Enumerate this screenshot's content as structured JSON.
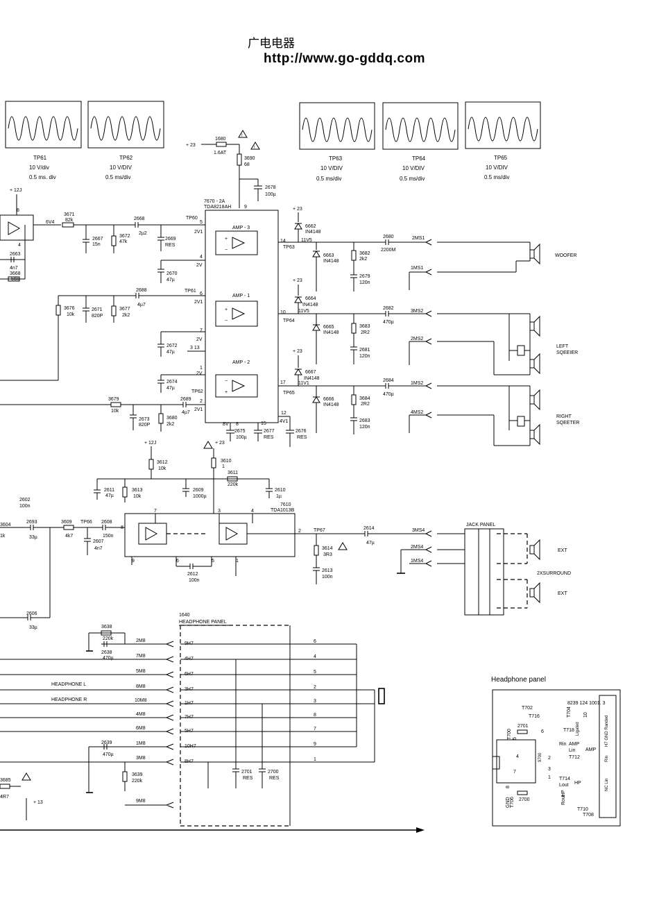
{
  "header": {
    "line1": "广电电器",
    "line2": "http://www.go-gddq.com"
  },
  "scopes": [
    {
      "tp": "TP61",
      "scale": "10 V/div",
      "time": "0.5 ms. div"
    },
    {
      "tp": "TP62",
      "scale": "10 V/DIV",
      "time": "0.5 ms/div"
    },
    {
      "tp": "TP63",
      "scale": "10 V/DIV",
      "time": "0.5 ms/div"
    },
    {
      "tp": "TP64",
      "scale": "10 V/DIV",
      "time": "0.5 ms/div"
    },
    {
      "tp": "TP65",
      "scale": "10 V/DIV",
      "time": "0.5 ms/div"
    }
  ],
  "ics": {
    "main_amp_ref": "7670 - 2A",
    "main_amp_part": "TDA8218AH",
    "surround_ref": "7610",
    "surround_part": "TDA1013B",
    "amp3": "AMP - 3",
    "amp1": "AMP - 1",
    "amp2": "AMP - 2"
  },
  "power": {
    "p23a": "+ 23",
    "fuse": "1680",
    "fuse_val": "1.6AT",
    "r3690": "3690",
    "r3690v": "68",
    "c2678": "2678",
    "c2678v": "100µ",
    "p12": "+ 12J",
    "p23b": "+ 23",
    "p23c": "+ 23",
    "p23d": "+ 23",
    "p12b": "+ 12J",
    "p23e": "+ 23",
    "p13": "+ 13"
  },
  "components": {
    "r3671": "3671",
    "r3671v": "82k",
    "n6v4": "6V4",
    "c2668": "2668",
    "c2668v": "2µ2",
    "c2667": "2667",
    "c2667v": "15n",
    "r3672": "3672",
    "r3672v": "47k",
    "c2669": "2669",
    "c2669v": "RES",
    "c2670": "2670",
    "c2670v": "47µ",
    "c2688": "2688",
    "c2688v": "4µ7",
    "r3676": "3676",
    "r3676v": "10k",
    "c2671": "2671",
    "c2671v": "820P",
    "r3677": "3677",
    "r3677v": "2k2",
    "c2672": "2672",
    "c2672v": "47µ",
    "c2674": "2674",
    "c2674v": "47µ",
    "r3679": "3679",
    "r3679v": "10k",
    "c2689": "2689",
    "c2689v": "4µ7",
    "c2673": "2673",
    "c2673v": "820P",
    "r3680": "3680",
    "r3680v": "2k2",
    "c2675": "2675",
    "c2675v": "100µ",
    "c2677": "2677",
    "c2677v": "RES",
    "c2676": "2676",
    "c2676v": "RES",
    "d6662": "6662",
    "d6662v": "IN4148",
    "d6663": "6663",
    "d6663v": "IN4148",
    "d6664": "6664",
    "d6664v": "IN4148",
    "d6665": "6665",
    "d6665v": "IN4148",
    "d6667": "6667",
    "d6667v": "IN4148",
    "d6666": "6666",
    "d6666v": "IN4148",
    "r3682": "3682",
    "r3682v": "2k2",
    "c2679": "2679",
    "c2679v": "120n",
    "r3683": "3683",
    "r3683v": "2R2",
    "c2681": "2681",
    "c2681v": "120n",
    "r3684": "3684",
    "r3684v": "2R2",
    "c2683": "2683",
    "c2683v": "120n",
    "c2680": "2680",
    "c2680v": "2200M",
    "c2682": "2682",
    "c2682v": "470µ",
    "c2684": "2684",
    "c2684v": "470µ",
    "v11v5a": "11V5",
    "v11v5b": "11V5",
    "v11v1": "11V1",
    "r3612": "3612",
    "r3612v": "10k",
    "r3610": "3610",
    "r3610v": "1",
    "r3611": "3611",
    "r3611v": "220k",
    "c2611": "2611",
    "c2611v": "47µ",
    "r3613": "3613",
    "r3613v": "10k",
    "c2609": "2609",
    "c2609v": "1000µ",
    "c2610": "2610",
    "c2610v": "1µ",
    "c2602": "2602",
    "c2602v": "100n",
    "r3604": "3604",
    "r3604v": "1k",
    "c2693": "2693",
    "c2693v": "33µ",
    "r3609": "3609",
    "r3609v": "4k7",
    "tp66": "TP66",
    "c2608": "2608",
    "c2608v": "150n",
    "c2607": "2607",
    "c2607v": "4n7",
    "c2612": "2612",
    "c2612v": "100n",
    "tp67": "TP67",
    "r3614": "3614",
    "r3614v": "3R3",
    "c2613": "2613",
    "c2613v": "100n",
    "c2614": "2614",
    "c2614v": "47µ",
    "c2606": "2606",
    "c2606v": "33µ",
    "r3638": "3638",
    "r3638v": "220k",
    "c2638": "2638",
    "c2638v": "470µ",
    "c2639": "2639",
    "c2639v": "470µ",
    "r3639": "3639",
    "r3639v": "220k",
    "c2701": "2701",
    "c2701v": "RES",
    "c2700": "2700",
    "c2700v": "RES",
    "r3685": "3685",
    "r3685v": "4R7",
    "c2663": "2663",
    "c2663v": "4n7",
    "r3668": "3668",
    "r3668v": "56k"
  },
  "nets": {
    "tp60": "TP60",
    "tp61": "TP61",
    "tp62": "TP62",
    "tp63": "TP63",
    "tp64": "TP64",
    "tp65": "TP65",
    "ms1a": "2MS1",
    "ms1b": "1MS1",
    "ms2a": "3MS2",
    "ms2b": "2MS2",
    "ms2c": "1MS2",
    "ms2d": "4MS2",
    "ms4a": "3MS4",
    "ms4b": "2MS4",
    "ms4c": "1MS4",
    "v2v1": "2V1",
    "v2v": "2V",
    "v8v": "8V"
  },
  "speakers": {
    "woofer": "WOOFER",
    "left1": "LEFT",
    "left2": "SQEEIER",
    "right1": "RIGHT",
    "right2": "SQEETER",
    "ext1": "EXT",
    "ext2": "EXT",
    "surround": "2XSURROUND",
    "jack_panel": "JACK PANEL"
  },
  "headphone_bus": {
    "conn": "1640",
    "title": "HEADPHONE  PANEL",
    "label_l": "HEADPHONE  L",
    "label_r": "HEADPHONE  R",
    "pins": [
      {
        "left": "2M8",
        "right": "9H7",
        "num": "6"
      },
      {
        "left": "7M8",
        "right": "4H7",
        "num": "4"
      },
      {
        "left": "5M8",
        "right": "6H7",
        "num": "5"
      },
      {
        "left": "8M8",
        "right": "3H7",
        "num": "2"
      },
      {
        "left": "10M8",
        "right": "1H7",
        "num": "3"
      },
      {
        "left": "4M8",
        "right": "7H7",
        "num": "8"
      },
      {
        "left": "6M8",
        "right": "5H7",
        "num": "7"
      },
      {
        "left": "1M8",
        "right": "10H7",
        "num": "9"
      },
      {
        "left": "3M8",
        "right": "8H7",
        "num": "1"
      },
      {
        "left": "9M8",
        "right": "",
        "num": ""
      }
    ]
  },
  "hp_panel": {
    "title": "Headphone panel",
    "code": "8239  124   1001. 3",
    "t702": "T702",
    "t716": "T716",
    "c2701": "2701",
    "n6": "6",
    "t700": "T700",
    "n5": "5",
    "t704": "T704",
    "n10": "10",
    "ligated": "Ligated",
    "t718": "T718",
    "rin": "Rin",
    "amp": "AMP",
    "lin": "Lin",
    "t712": "T712",
    "amp2": "AMP",
    "n4": "4",
    "n2": "2",
    "n9700": "9700",
    "n7": "7",
    "n3": "3",
    "n1": "1",
    "t714": "T714",
    "lout": "Lout",
    "hp": "HP",
    "n8": "8",
    "c2700": "2700",
    "gnd": "GND",
    "t706": "T706",
    "rout": "Rout",
    "hp2": "HP",
    "t710": "T710",
    "t708": "T708",
    "h7gnd": "H7 GND Randed",
    "rin2": "Rin",
    "nc": "NC Lin"
  }
}
